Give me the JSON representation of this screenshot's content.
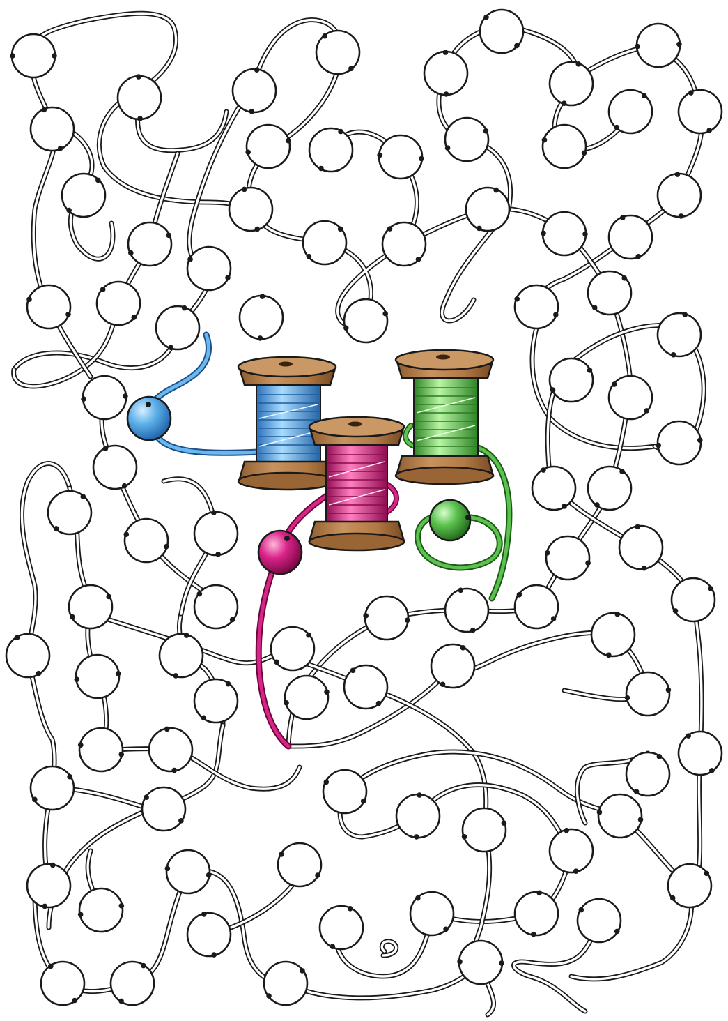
{
  "puzzle": {
    "kind": "thread-maze",
    "bead_color": "#ffffff",
    "outline_color": "#1a1a1a",
    "colors": {
      "blue": "#3d8fd6",
      "magenta": "#c4146e",
      "green": "#43a83a",
      "spool_wood": "#b98352",
      "spool_wood_dark": "#7a4f2a"
    },
    "spools": [
      {
        "id": "spool-blue",
        "thread_color": "blue"
      },
      {
        "id": "spool-magenta",
        "thread_color": "magenta"
      },
      {
        "id": "spool-green",
        "thread_color": "green"
      }
    ],
    "loose_beads": [
      {
        "id": "bead-blue",
        "color": "blue"
      },
      {
        "id": "bead-magenta",
        "color": "magenta"
      },
      {
        "id": "bead-green",
        "color": "green"
      }
    ]
  }
}
